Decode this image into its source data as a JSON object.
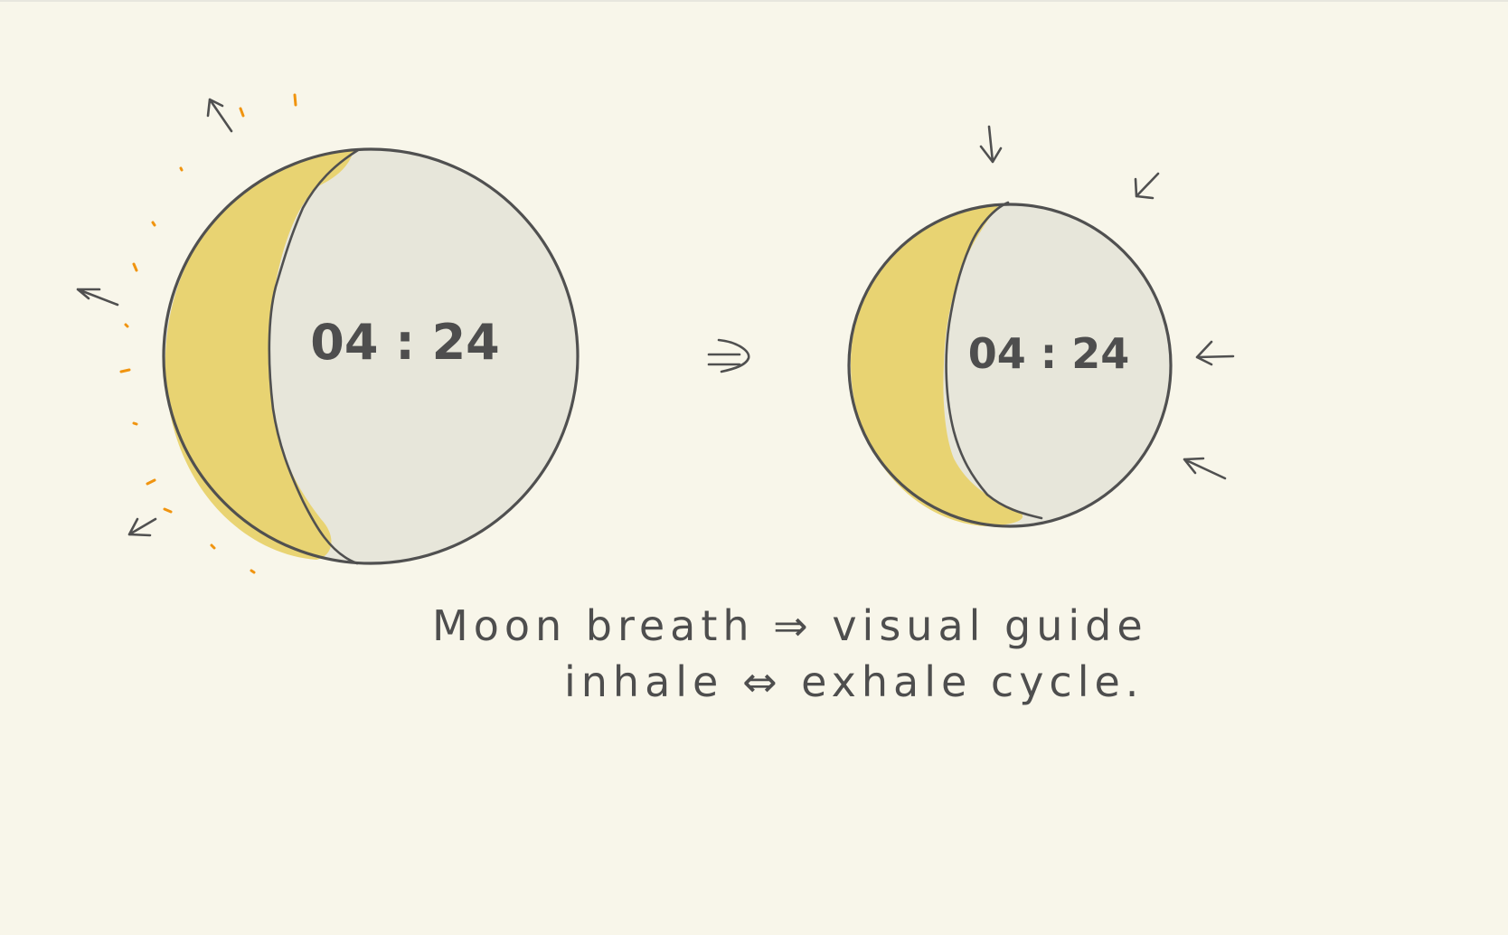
{
  "sketch": {
    "moon_large": {
      "time": "04 : 24",
      "state": "inhale"
    },
    "moon_small": {
      "time": "04 : 24",
      "state": "exhale"
    },
    "caption": {
      "line1": "Moon breath ⇒ visual guide",
      "line2": "inhale ⇔ exhale  cycle."
    },
    "colors": {
      "background": "#f8f6ea",
      "moon_face": "#e7e6da",
      "crescent": "#e8d26d",
      "stroke": "#505050",
      "rays": "#f0940f"
    },
    "icons": {
      "transition": "double-arrow-right-icon",
      "outward_arrows": "arrow-outward-icon",
      "inward_arrows": "arrow-inward-icon"
    }
  }
}
